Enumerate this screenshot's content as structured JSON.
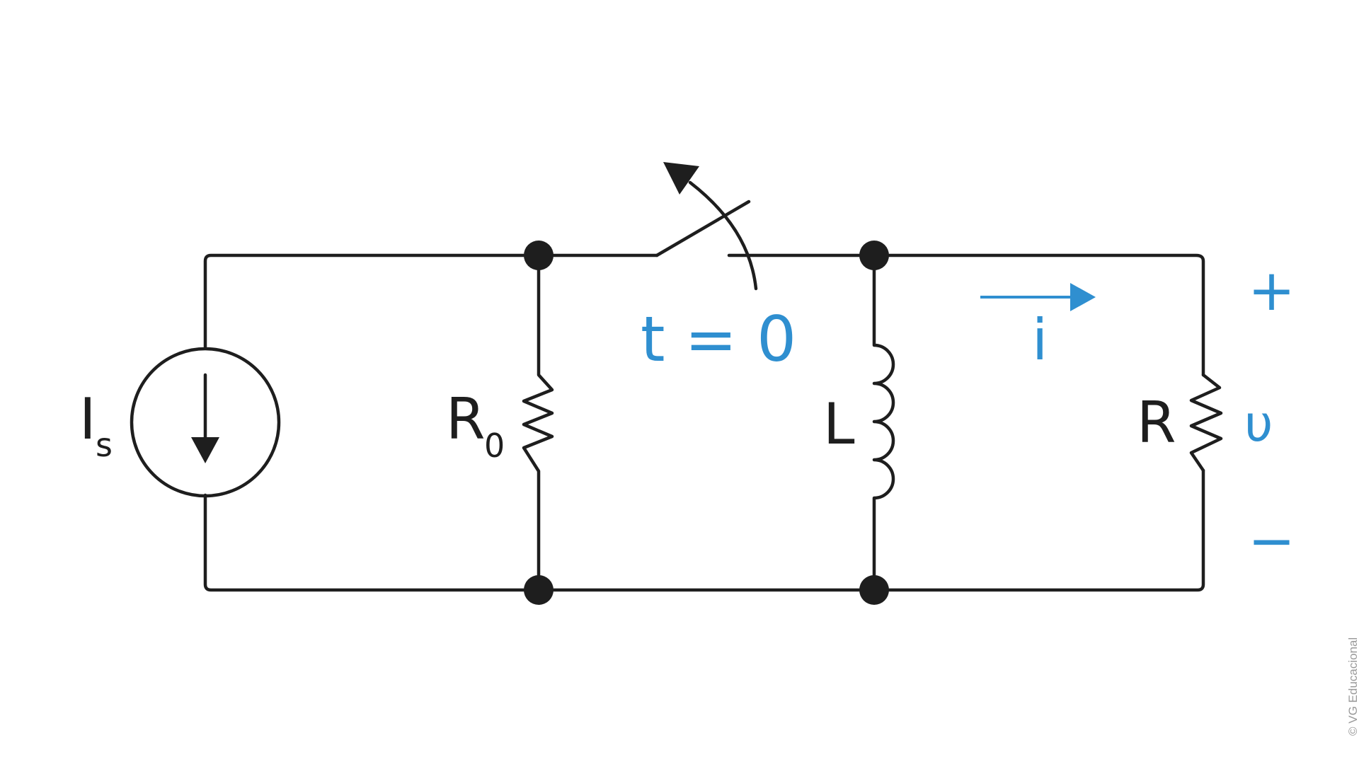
{
  "labels": {
    "source": "I",
    "source_sub": "s",
    "r0": "R",
    "r0_sub": "0",
    "switch_time": "t = 0",
    "inductor": "L",
    "current": "i",
    "resistor": "R",
    "voltage": "υ",
    "plus": "+",
    "minus": "−"
  },
  "copyright": "© VG Educacional",
  "colors": {
    "wire": "#1e1e1e",
    "accent": "#2f8fd0",
    "copyright": "#9a9a9a"
  }
}
